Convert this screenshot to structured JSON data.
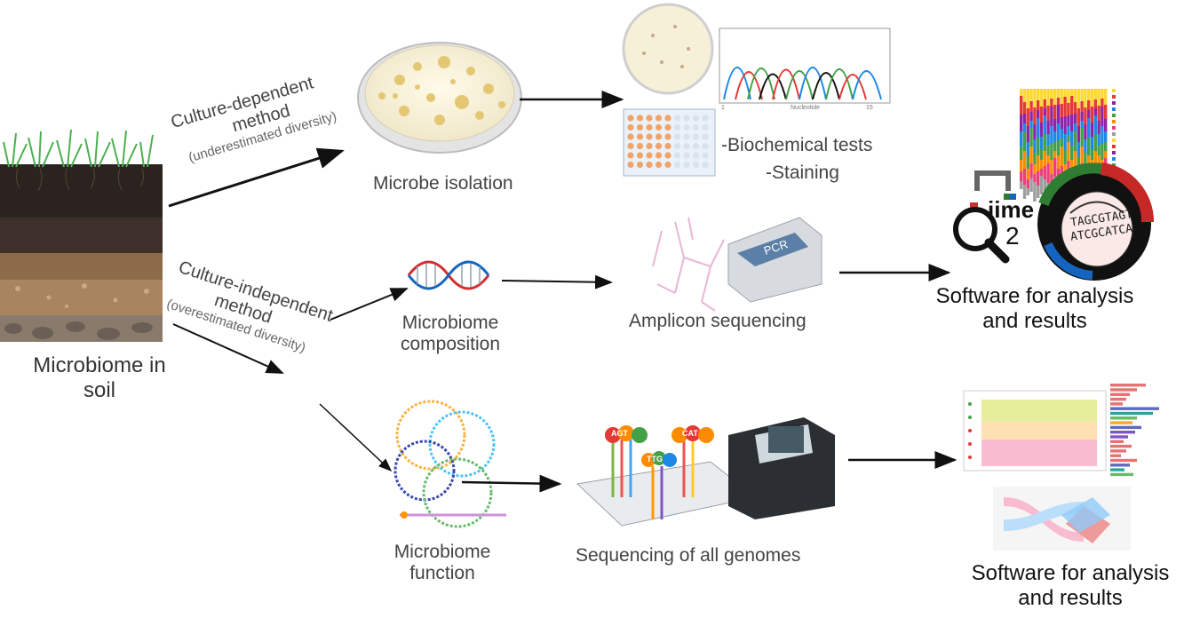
{
  "soil": {
    "label_line1": "Microbiome in",
    "label_line2": "soil"
  },
  "methods": {
    "dependent_line1": "Culture-dependent",
    "dependent_line2": "method",
    "dependent_note": "(underestimated diversity)",
    "independent_line1": "Culture-independent",
    "independent_line2": "method",
    "independent_note": "(overestimated diversity)"
  },
  "steps": {
    "isolation": "Microbe isolation",
    "biochem_1": "-Biochemical tests",
    "biochem_2": "-Staining",
    "composition_1": "Microbiome",
    "composition_2": "composition",
    "amplicon": "Amplicon sequencing",
    "function_1": "Microbiome",
    "function_2": "function",
    "all_genomes": "Sequencing of all genomes"
  },
  "software": {
    "top_line1": "Software for analysis",
    "top_line2": "and results",
    "bottom_line1": "Software for analysis",
    "bottom_line2": "and results",
    "qiime_text": "iime",
    "qiime_number": "2",
    "dna_motif_1": "TAGCGTAGT",
    "dna_motif_2": "ATCGCATCA"
  },
  "machines": {
    "pcr_label": "PCR"
  },
  "probes": {
    "probe_1": "AGT",
    "probe_2": "TTG",
    "probe_3": "CAT"
  },
  "chart_small": {
    "xlabel": "Nucleotide",
    "tick_start": "1",
    "tick_end": "15"
  }
}
